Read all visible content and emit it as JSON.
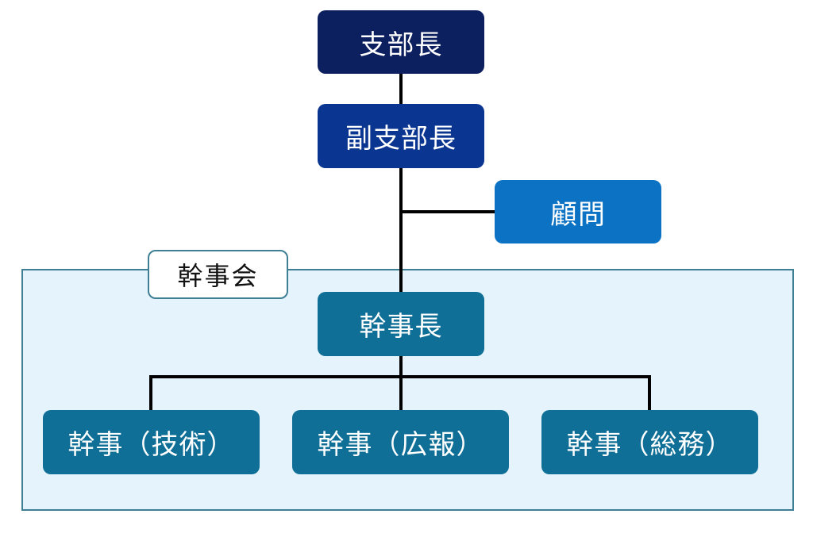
{
  "diagram": {
    "group": {
      "label": "幹事会",
      "fill": "#e4f3fc",
      "border": "#3f7f95"
    },
    "nodes": {
      "shibucho": {
        "label": "支部長",
        "color": "#0c1f5e"
      },
      "fukushibucho": {
        "label": "副支部長",
        "color": "#0a3590"
      },
      "komon": {
        "label": "顧問",
        "color": "#0b72c4"
      },
      "kanjicho": {
        "label": "幹事長",
        "color": "#0f6f96"
      },
      "kanji_gijutsu": {
        "label": "幹事（技術）",
        "color": "#0f6f96"
      },
      "kanji_koho": {
        "label": "幹事（広報）",
        "color": "#0f6f96"
      },
      "kanji_somu": {
        "label": "幹事（総務）",
        "color": "#0f6f96"
      }
    },
    "edges": [
      {
        "from": "shibucho",
        "to": "fukushibucho"
      },
      {
        "from": "fukushibucho",
        "to": "komon"
      },
      {
        "from": "fukushibucho",
        "to": "kanjicho"
      },
      {
        "from": "kanjicho",
        "to": "kanji_gijutsu"
      },
      {
        "from": "kanjicho",
        "to": "kanji_koho"
      },
      {
        "from": "kanjicho",
        "to": "kanji_somu"
      }
    ],
    "line_color": "#000000"
  }
}
